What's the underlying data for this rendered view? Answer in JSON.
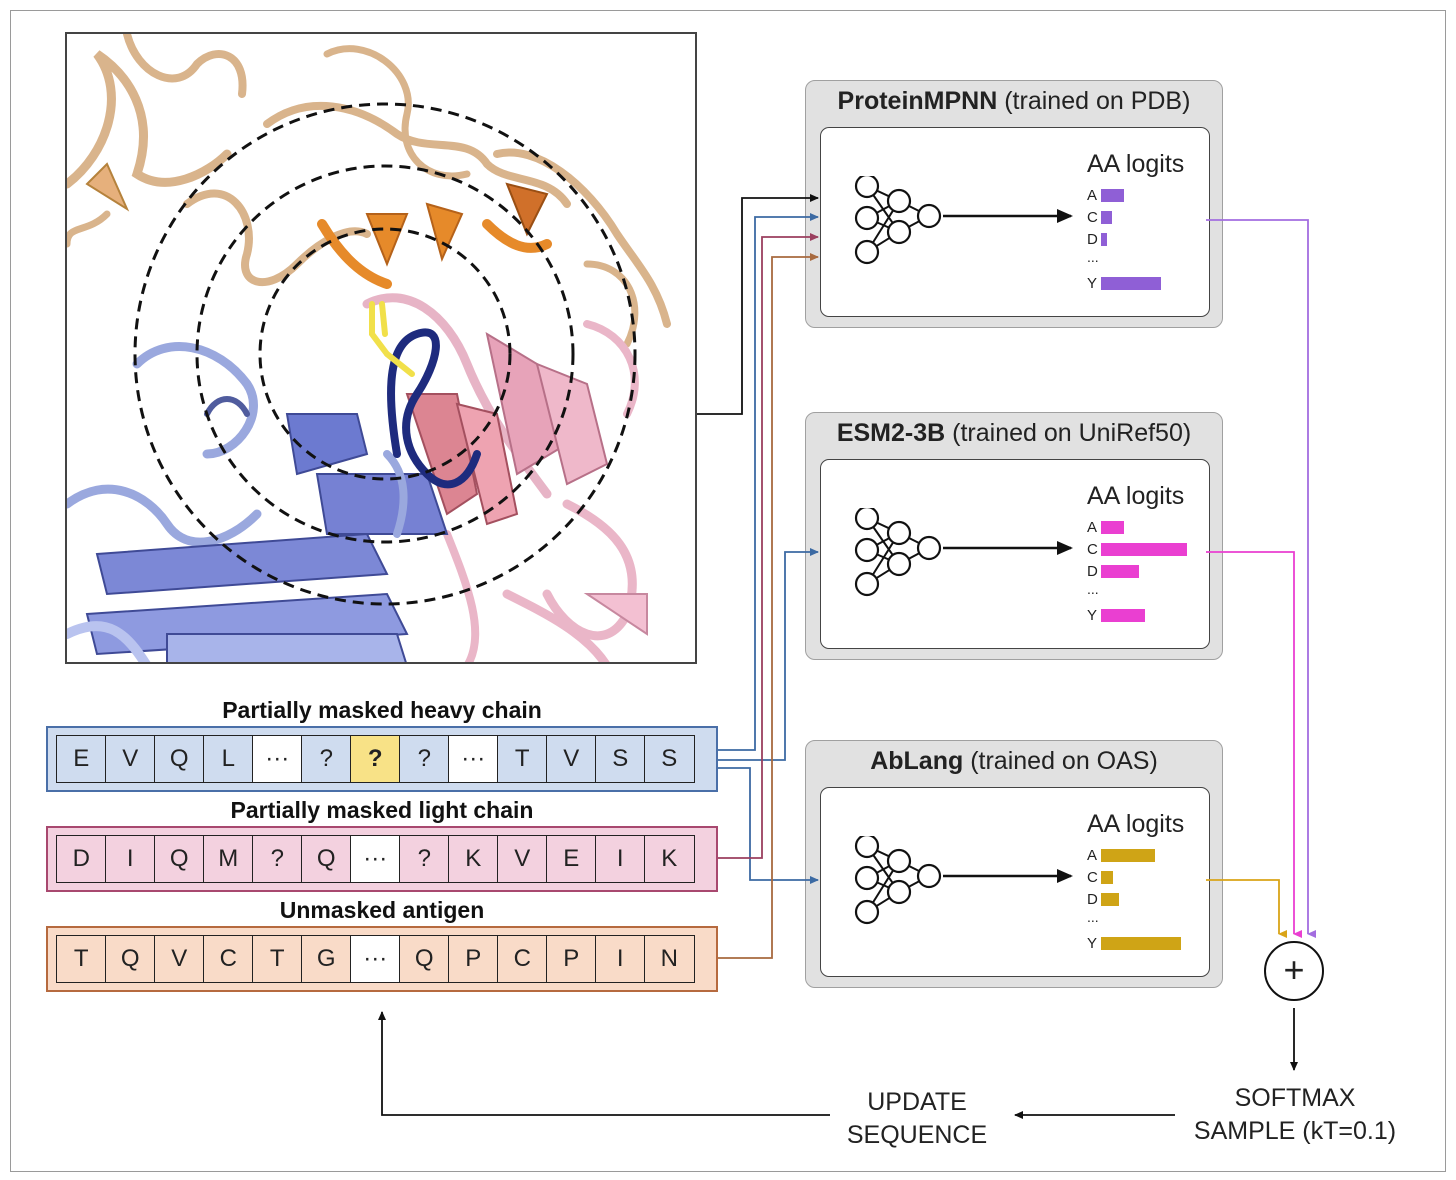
{
  "models": [
    {
      "name": "ProteinMPNN",
      "training": "(trained on PDB)",
      "logits_title": "AA logits",
      "bar_color": "#8f5fd6",
      "logits": [
        {
          "aa": "A",
          "value": 0.24
        },
        {
          "aa": "C",
          "value": 0.11
        },
        {
          "aa": "D",
          "value": 0.06
        },
        {
          "aa": "Y",
          "value": 0.62
        }
      ]
    },
    {
      "name": "ESM2-3B",
      "training": "(trained on UniRef50)",
      "logits_title": "AA logits",
      "bar_color": "#ea3fd1",
      "logits": [
        {
          "aa": "A",
          "value": 0.24
        },
        {
          "aa": "C",
          "value": 0.9
        },
        {
          "aa": "D",
          "value": 0.4
        },
        {
          "aa": "Y",
          "value": 0.46
        }
      ]
    },
    {
      "name": "AbLang",
      "training": "(trained on OAS)",
      "logits_title": "AA logits",
      "bar_color": "#cfa416",
      "logits": [
        {
          "aa": "A",
          "value": 0.56
        },
        {
          "aa": "C",
          "value": 0.12
        },
        {
          "aa": "D",
          "value": 0.19
        },
        {
          "aa": "Y",
          "value": 0.83
        }
      ]
    }
  ],
  "ellipsis_row": "...",
  "sequences": [
    {
      "label": "Partially masked heavy chain",
      "fill": "#cfdcef",
      "border": "#4a6fa8",
      "cells": [
        "E",
        "V",
        "Q",
        "L",
        "···",
        "?",
        "?",
        "?",
        "···",
        "T",
        "V",
        "S",
        "S"
      ],
      "highlight_index": 6
    },
    {
      "label": "Partially masked light chain",
      "fill": "#f3d1df",
      "border": "#a8486f",
      "cells": [
        "D",
        "I",
        "Q",
        "M",
        "?",
        "Q",
        "···",
        "?",
        "K",
        "V",
        "E",
        "I",
        "K"
      ],
      "highlight_index": -1
    },
    {
      "label": "Unmasked antigen",
      "fill": "#f9dbc8",
      "border": "#b66a3f",
      "cells": [
        "T",
        "Q",
        "V",
        "C",
        "T",
        "G",
        "···",
        "Q",
        "P",
        "C",
        "P",
        "I",
        "N"
      ],
      "highlight_index": -1
    }
  ],
  "softmax": {
    "line1": "SOFTMAX",
    "line2": "SAMPLE (kT=0.1)"
  },
  "update": {
    "line1": "UPDATE",
    "line2": "SEQUENCE"
  },
  "sum_symbol": "+"
}
